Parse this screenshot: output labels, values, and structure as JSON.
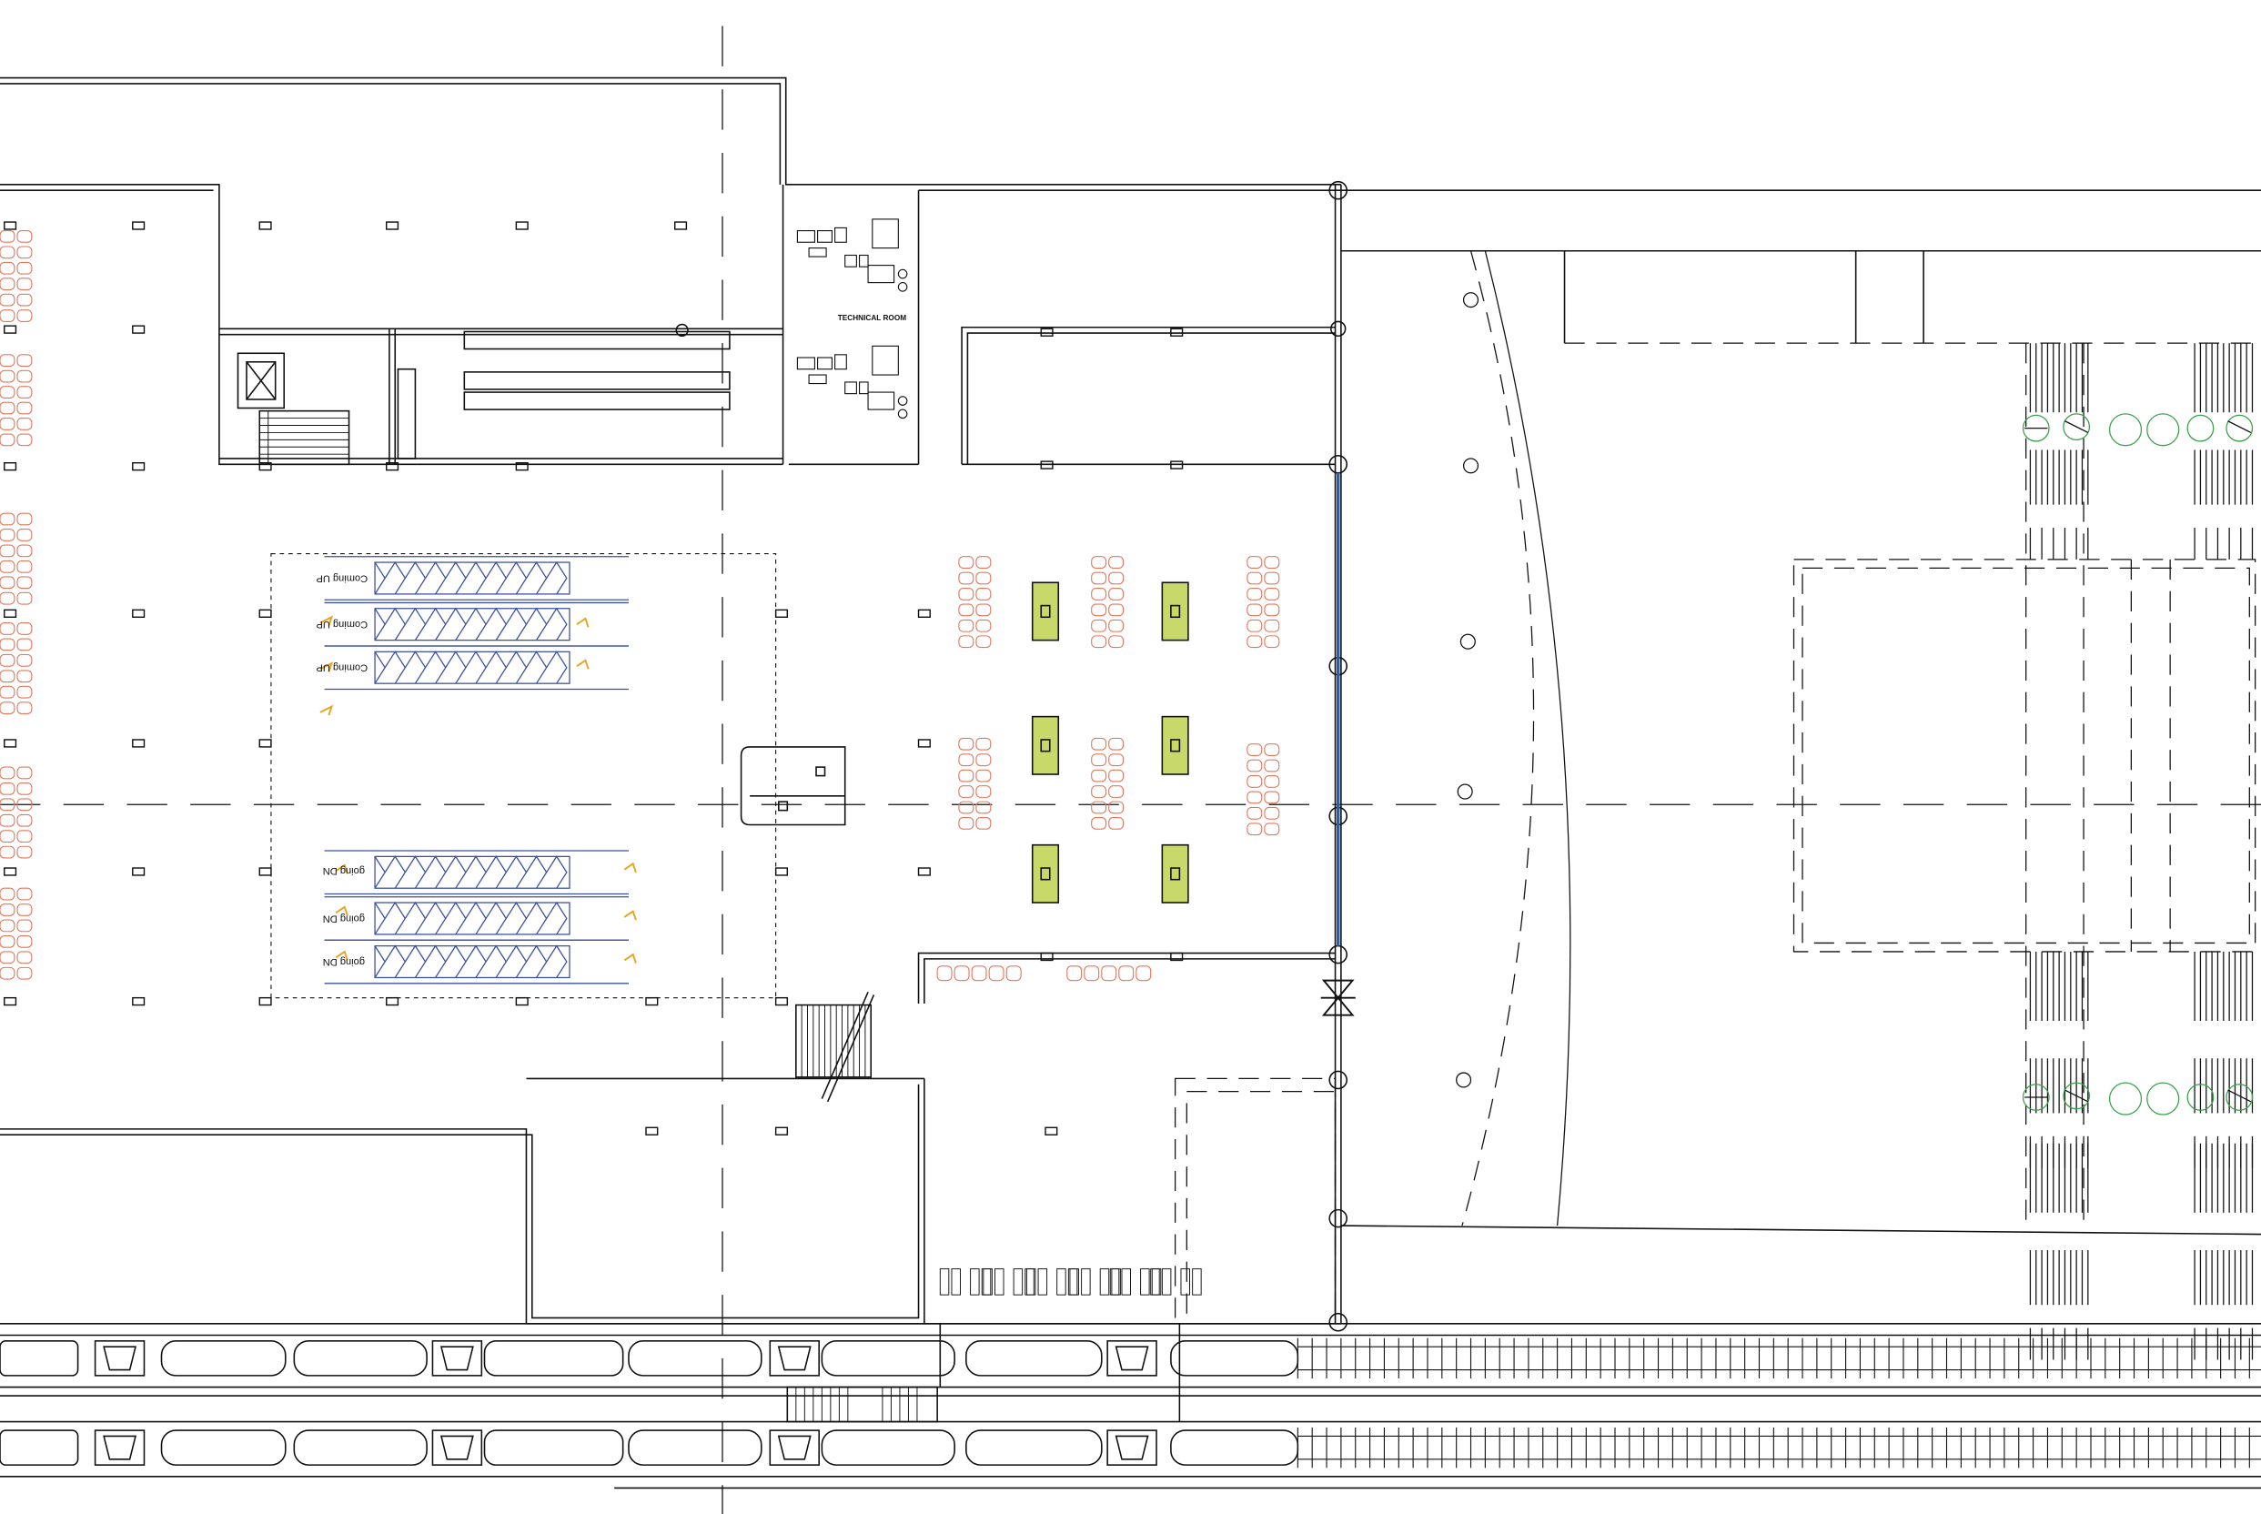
{
  "labels": {
    "technical_room": "TECHNICAL ROOM",
    "escalator_up": [
      "Coming UP",
      "Coming UP",
      "Coming UP"
    ],
    "escalator_down": [
      "going DN",
      "going DN",
      "going DN"
    ]
  },
  "colors": {
    "line": "#111111",
    "chair": "#e07a5f",
    "escalator": "#3b4f9c",
    "planter_fill": "#c8d96a",
    "tree": "#3aa04a",
    "arrow": "#e8a31e",
    "glazing": "#2d5fa8"
  }
}
